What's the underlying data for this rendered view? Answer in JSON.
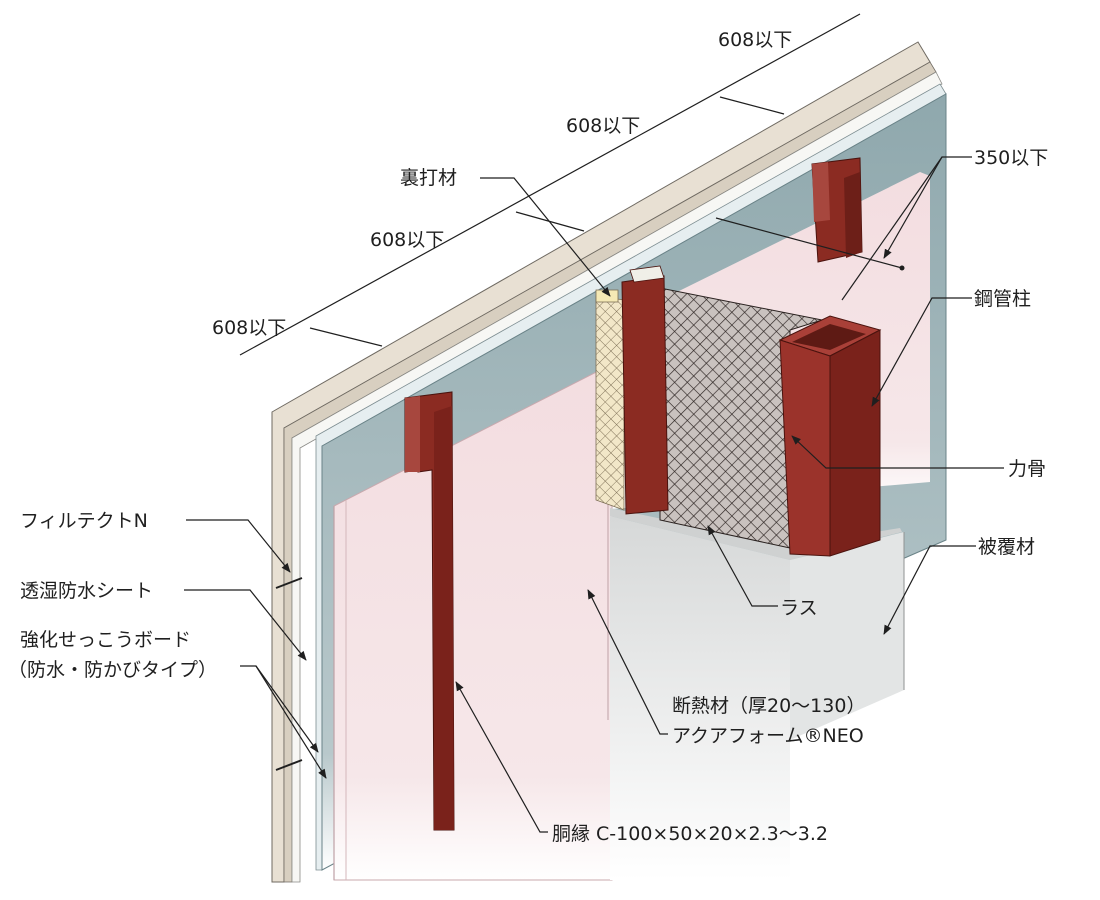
{
  "dimensions": {
    "d1": "608以下",
    "d2": "608以下",
    "d3": "608以下",
    "d4": "608以下",
    "spacing": "350以下"
  },
  "labels": {
    "backing": "裏打材",
    "steel_column": "鋼管柱",
    "stiffener": "力骨",
    "cover": "被覆材",
    "lath": "ラス",
    "insulation_line1": "断熱材（厚20〜130）",
    "insulation_line2": "アクアフォーム®NEO",
    "girt": "胴縁 C-100×50×20×2.3〜3.2",
    "filtect": "フィルテクトN",
    "moisture_sheet": "透湿防水シート",
    "gypsum_line1": "強化せっこうボード",
    "gypsum_line2": "（防水・防かびタイプ）"
  },
  "colors": {
    "steel": "#8b2b22",
    "steel_dark": "#5e1a14",
    "board_pink": "#f3dde0",
    "board_beige": "#e9e1d5",
    "sheet_teal": "#8fa8ad",
    "cover_gray": "#dcdcdc"
  }
}
